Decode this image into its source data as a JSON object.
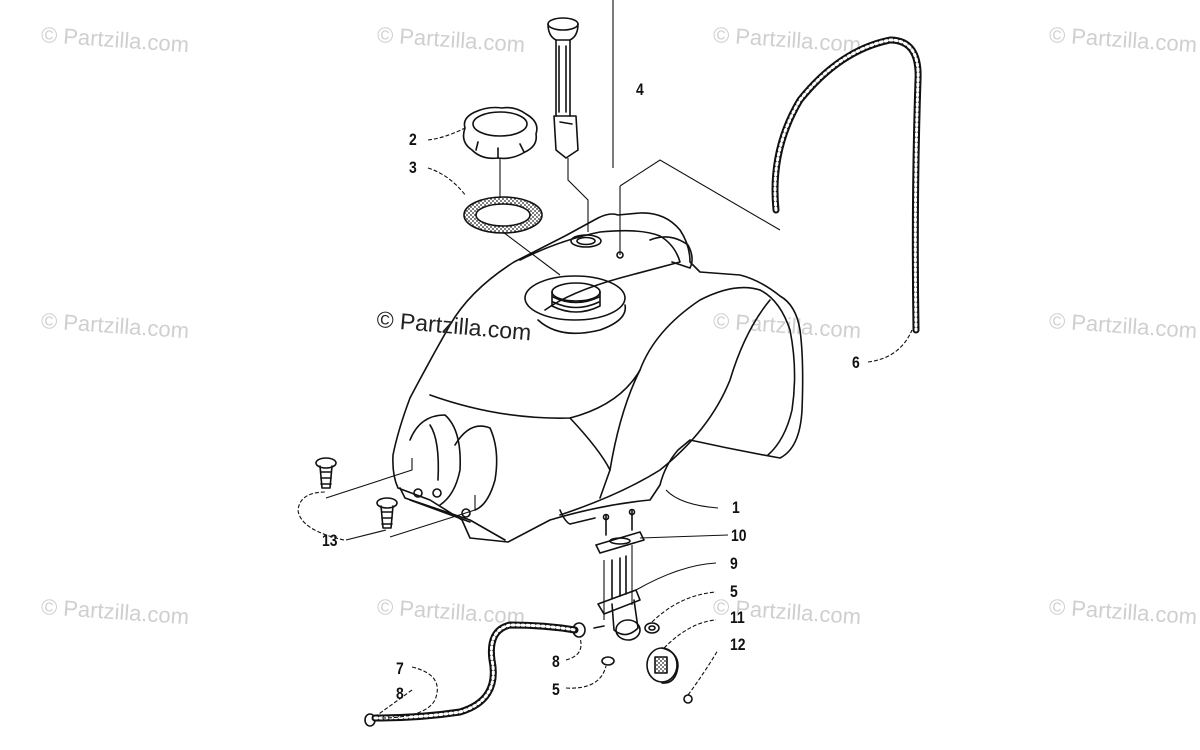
{
  "diagram": {
    "watermark_text": "© Partzilla.com",
    "center_watermark_text": "© Partzilla.com",
    "callouts": {
      "c1": "1",
      "c2": "2",
      "c3": "3",
      "c4": "4",
      "c5a": "5",
      "c5b": "5",
      "c6": "6",
      "c7": "7",
      "c8a": "8",
      "c8b": "8",
      "c9": "9",
      "c10": "10",
      "c11": "11",
      "c12": "12",
      "c13": "13"
    },
    "colors": {
      "line": "#111111",
      "watermark": "#cfcfcf",
      "background": "#ffffff"
    }
  }
}
